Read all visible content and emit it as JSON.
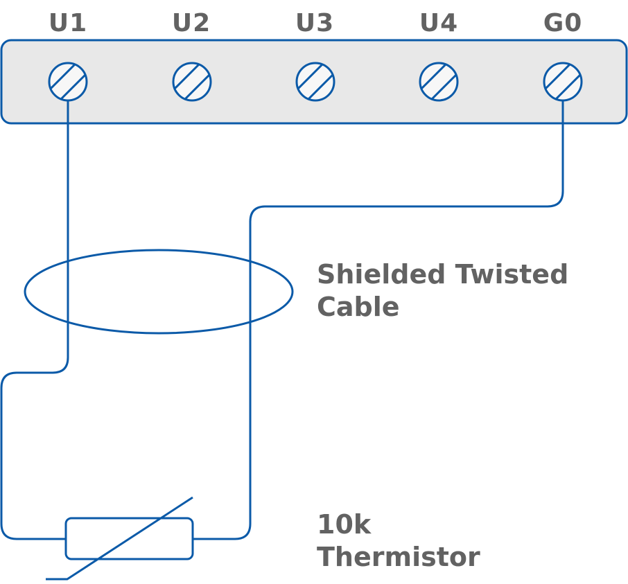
{
  "terminals": [
    {
      "label": "U1"
    },
    {
      "label": "U2"
    },
    {
      "label": "U3"
    },
    {
      "label": "U4"
    },
    {
      "label": "G0"
    }
  ],
  "cable_label": {
    "line1": "Shielded Twisted",
    "line2": "Cable"
  },
  "sensor_label": {
    "line1": "10k",
    "line2": "Thermistor"
  },
  "colors": {
    "wire": "#0b5aa8",
    "block_fill": "#e8e8e8",
    "screw_fill": "#f7f7f7",
    "label_text": "#626262"
  }
}
